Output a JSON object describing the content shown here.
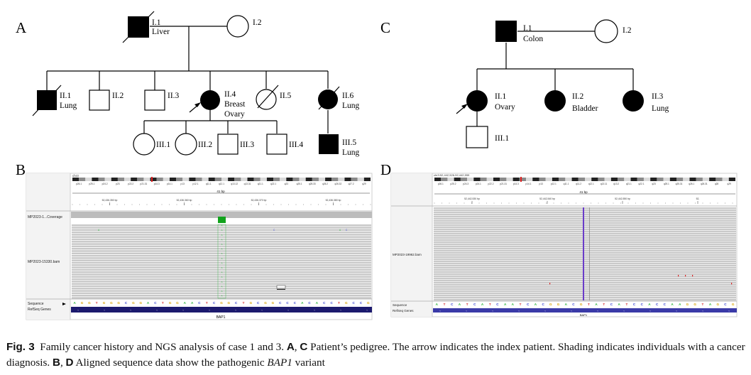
{
  "panels": {
    "A": {
      "label": "A",
      "individuals": [
        {
          "id": "I.1",
          "sex": "male",
          "affected": true,
          "deceased": true,
          "cancer": "Liver"
        },
        {
          "id": "I.2",
          "sex": "female",
          "affected": false,
          "deceased": false,
          "cancer": ""
        },
        {
          "id": "II.1",
          "sex": "male",
          "affected": true,
          "deceased": true,
          "cancer": "Lung"
        },
        {
          "id": "II.2",
          "sex": "male",
          "affected": false,
          "deceased": false,
          "cancer": ""
        },
        {
          "id": "II.3",
          "sex": "male",
          "affected": false,
          "deceased": false,
          "cancer": ""
        },
        {
          "id": "II.4",
          "sex": "female",
          "affected": true,
          "deceased": false,
          "proband": true,
          "cancer": "Breast",
          "cancer2": "Ovary"
        },
        {
          "id": "II.5",
          "sex": "female",
          "affected": false,
          "deceased": true,
          "cancer": ""
        },
        {
          "id": "II.6",
          "sex": "female",
          "affected": true,
          "deceased": true,
          "cancer": "Lung"
        },
        {
          "id": "III.1",
          "sex": "female",
          "affected": false,
          "deceased": false,
          "cancer": ""
        },
        {
          "id": "III.2",
          "sex": "female",
          "affected": false,
          "deceased": false,
          "cancer": ""
        },
        {
          "id": "III.3",
          "sex": "male",
          "affected": false,
          "deceased": false,
          "cancer": ""
        },
        {
          "id": "III.4",
          "sex": "male",
          "affected": false,
          "deceased": false,
          "cancer": ""
        },
        {
          "id": "III.5",
          "sex": "male",
          "affected": true,
          "deceased": false,
          "cancer": "Lung"
        }
      ]
    },
    "B": {
      "label": "B",
      "chrom": "chr3",
      "bands": [
        "p26.1",
        "p25.1",
        "p24.2",
        "p23",
        "p22.2",
        "p21.31",
        "p14.3",
        "p14.1",
        "p13",
        "p12.1",
        "q11.1",
        "q12.1",
        "q13.12",
        "q13.31",
        "q21.1",
        "q22.1",
        "q23",
        "q25.1",
        "q25.33",
        "q26.2",
        "q26.32",
        "q27.2",
        "q29"
      ],
      "span": "41 bp",
      "ticks": [
        "52,436,350 bp",
        "52,436,360 bp",
        "52,436,370 bp",
        "52,436,380 bp"
      ],
      "coverage_scale": "[0 - 446]",
      "track_coverage": "MP2023-1...Coverage",
      "track_bam": "MP2023-15330.bam",
      "track_sequence": "Sequence",
      "track_genes": "RefSeq Genes",
      "sequence": "AGGTGGGCGGACTGGAACTCGGCTGCGGCCCACACCTGCCG",
      "gene": "BAP1"
    },
    "C": {
      "label": "C",
      "individuals": [
        {
          "id": "I.1",
          "sex": "male",
          "affected": true,
          "deceased": false,
          "cancer": "Colon"
        },
        {
          "id": "I.2",
          "sex": "female",
          "affected": false,
          "deceased": false,
          "cancer": ""
        },
        {
          "id": "II.1",
          "sex": "female",
          "affected": true,
          "deceased": false,
          "proband": true,
          "cancer": "Ovary"
        },
        {
          "id": "II.2",
          "sex": "female",
          "affected": true,
          "deceased": false,
          "cancer": "Bladder"
        },
        {
          "id": "II.3",
          "sex": "female",
          "affected": true,
          "deceased": false,
          "cancer": "Lung"
        },
        {
          "id": "III.1",
          "sex": "male",
          "affected": false,
          "deceased": false,
          "cancer": ""
        }
      ]
    },
    "D": {
      "label": "D",
      "locus": "chr3:52,442,526-52,442,559",
      "bands": [
        "p26.1",
        "p25.2",
        "p24.3",
        "p24.1",
        "p22.2",
        "p21.31",
        "p14.3",
        "p14.1",
        "p13",
        "p12.1",
        "q11.1",
        "q11.2",
        "q12.1",
        "q13.11",
        "q13.2",
        "q21.1",
        "q22.1",
        "q23",
        "q25.1",
        "q25.31",
        "q26.1",
        "q26.31",
        "q28",
        "q29"
      ],
      "span": "41 bp",
      "ticks": [
        "52,442,530 bp",
        "52,442,540 bp",
        "52,442,550 bp",
        "52,"
      ],
      "track_bam": "MP2023-19962.bam",
      "track_sequence": "Sequence",
      "track_genes": "RefSeq Genes",
      "sequence": "ATCATCATCAATCACGGACGTATCATCCACCAAGGTAGCG",
      "gene": "BAP1"
    }
  },
  "caption": {
    "fig": "Fig. 3",
    "t1": "Family cancer history and NGS analysis of case 1 and 3. ",
    "AC": "A",
    "comma1": ", ",
    "C": "C",
    "t2": " Patient’s pedigree. The arrow indicates the index patient. Shading indicates individuals with a cancer diagnosis. ",
    "B": "B",
    "comma2": ", ",
    "D": "D",
    "t3": " Aligned sequence data show the pathogenic ",
    "gene": "BAP1",
    "t4": " variant"
  },
  "colors": {
    "A": "#2db43c",
    "C": "#2f3bd1",
    "G": "#d8a200",
    "T": "#d62a2a",
    "read": "#c8c8c8",
    "gene": "#1c1a6e"
  }
}
